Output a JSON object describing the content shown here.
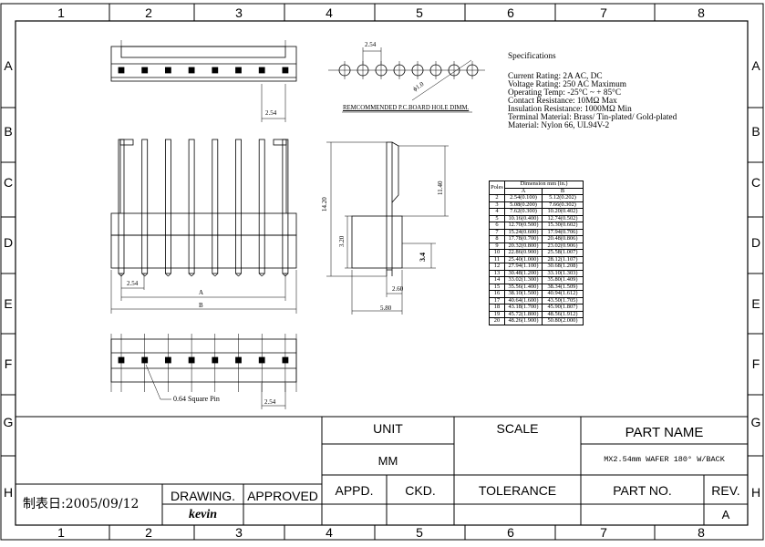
{
  "zones": {
    "columns": [
      "1",
      "2",
      "3",
      "4",
      "5",
      "6",
      "7",
      "8"
    ],
    "rows": [
      "A",
      "B",
      "C",
      "D",
      "E",
      "F",
      "G",
      "H"
    ]
  },
  "dims": {
    "pitch_top": "2.54",
    "pitch_side": "2.54",
    "pitch_left": "2.54",
    "pitch_bottom": "2.54",
    "hole": "ϕ1.0",
    "pcb_caption": "REMCOMMENDED P.C.BOARD HOLE DIMM.",
    "a_label": "A",
    "b_label": "B",
    "h_1420": "14.20",
    "h_1140": "11.40",
    "h_320": "3.20",
    "h_34": "3.4",
    "w_260": "2.60",
    "w_580": "5.80",
    "pin_note": "0.64 Square Pin"
  },
  "specs": {
    "title": "Specifications",
    "lines": [
      "Current Rating: 2A AC, DC",
      "Voltage Rating: 250 AC Maximum",
      "Operating Temp: -25°C ~ + 85°C",
      "Contact Resistance: 10MΩ Max",
      "Insulation Resistance: 1000MΩ Min",
      "Terminal Material: Brass/ Tin-plated/ Gold-plated",
      "Material: Nylon 66, UL94V-2"
    ]
  },
  "dim_table": {
    "header_main": "Dimension mm (in.)",
    "col_poles": "Poles",
    "col_a": "A",
    "col_b": "B",
    "rows": [
      [
        "2",
        "2.54(0.100)",
        "5.12(0.202)"
      ],
      [
        "3",
        "5.08(0.200)",
        "7.66(0.302)"
      ],
      [
        "4",
        "7.62(0.300)",
        "10.20(0.402)"
      ],
      [
        "5",
        "10.16(0.400)",
        "12.74(0.502)"
      ],
      [
        "6",
        "12.70(0.500)",
        "15.30(0.602)"
      ],
      [
        "7",
        "15.24(0.600)",
        "17.94(0.706)"
      ],
      [
        "8",
        "17.78(0.700)",
        "20.48(0.806)"
      ],
      [
        "9",
        "20.32(0.800)",
        "23.02(0.906)"
      ],
      [
        "10",
        "22.86(0.900)",
        "25.58(1.007)"
      ],
      [
        "11",
        "25.40(1.000)",
        "28.12(1.107)"
      ],
      [
        "12",
        "27.94(1.100)",
        "30.68(1.208)"
      ],
      [
        "13",
        "30.48(1.200)",
        "33.10(1.303)"
      ],
      [
        "14",
        "33.02(1.300)",
        "35.80(1.409)"
      ],
      [
        "15",
        "35.56(1.400)",
        "38.34(1.509)"
      ],
      [
        "16",
        "38.10(1.500)",
        "40.94(1.612)"
      ],
      [
        "17",
        "40.64(1.600)",
        "43.50(1.705)"
      ],
      [
        "18",
        "43.18(1.700)",
        "45.90(1.807)"
      ],
      [
        "19",
        "45.72(1.800)",
        "48.56(1.912)"
      ],
      [
        "20",
        "48.26(1.900)",
        "50.80(2.000)"
      ]
    ]
  },
  "title_block": {
    "unit_label": "UNIT",
    "unit_value": "MM",
    "scale_label": "SCALE",
    "part_name_label": "PART NAME",
    "part_name_value": "MX2.54mm WAFER 180° W/BACK",
    "appd_label": "APPD.",
    "ckd_label": "CKD.",
    "tolerance_label": "TOLERANCE",
    "part_no_label": "PART NO.",
    "rev_label": "REV.",
    "rev_value": "A",
    "drawing_label": "DRAWING.",
    "approved_label": "APPROVED",
    "drawer": "kevin",
    "date_text": "制表日:2005/09/12"
  }
}
